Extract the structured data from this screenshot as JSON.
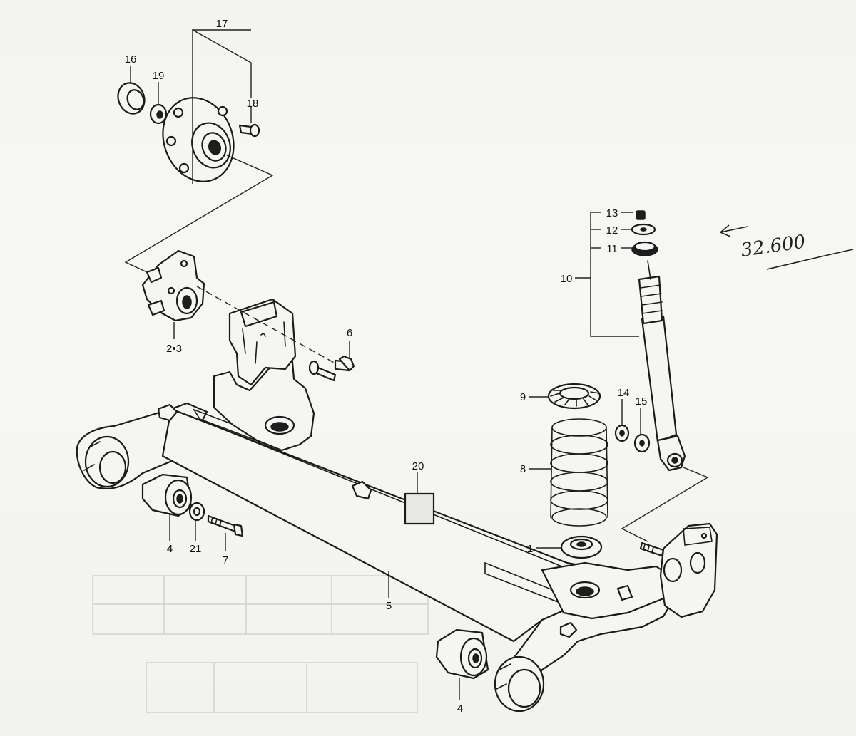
{
  "diagram": {
    "callouts": {
      "c1": "1",
      "c2_3": "2•3",
      "c4_left": "4",
      "c4_bottom": "4",
      "c5": "5",
      "c6": "6",
      "c7": "7",
      "c8": "8",
      "c9": "9",
      "c10": "10",
      "c11": "11",
      "c12": "12",
      "c13": "13",
      "c14": "14",
      "c15": "15",
      "c16": "16",
      "c17": "17",
      "c18": "18",
      "c19": "19",
      "c20": "20",
      "c21": "21"
    },
    "handwritten_note": "32.600",
    "parts": [
      "rear-axle-beam",
      "coil-spring",
      "spring-upper-seat",
      "spring-lower-seat",
      "shock-absorber",
      "wheel-hub",
      "hub-carrier",
      "bushing",
      "hub-cap",
      "label-plate"
    ],
    "colors": {
      "paper": "#f5f5f2",
      "ink": "#1b1b1b"
    }
  }
}
